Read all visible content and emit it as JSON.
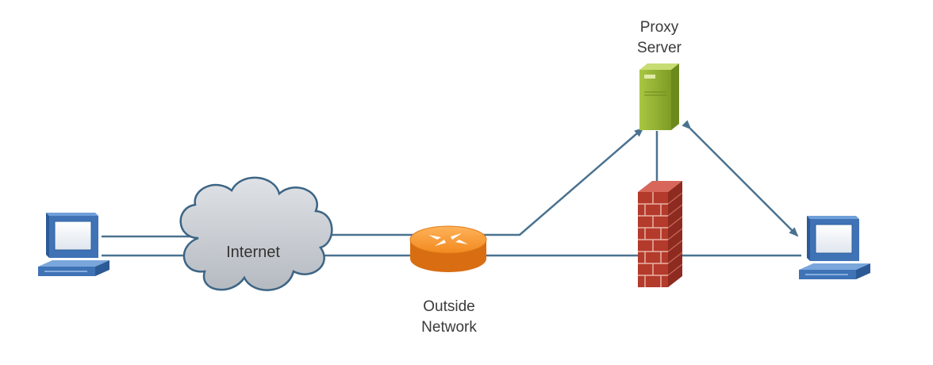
{
  "labels": {
    "proxy_line1": "Proxy",
    "proxy_line2": "Server",
    "internet": "Internet",
    "outside_line1": "Outside",
    "outside_line2": "Network"
  },
  "colors": {
    "line": "#4a7290",
    "cloud_fill": "#c8ccd2",
    "cloud_stroke": "#3d6585",
    "router": "#f08a22",
    "server": "#93b22f",
    "firewall": "#b43a2b",
    "computer": "#4f82c4"
  }
}
